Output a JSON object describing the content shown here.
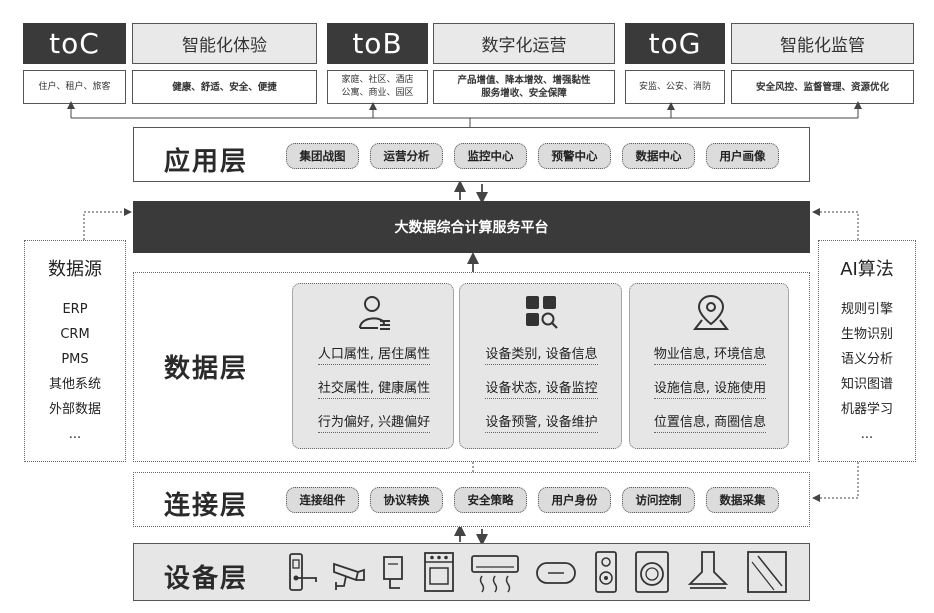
{
  "top": {
    "segments": [
      {
        "tag": "toC",
        "label": "智能化体验",
        "desc_left": "住户、租户、旅客",
        "desc_right": "健康、舒适、安全、便捷"
      },
      {
        "tag": "toB",
        "label": "数字化运营",
        "desc_left": "家庭、社区、酒店\n公寓、商业、园区",
        "desc_right": "产品增值、降本增效、增强黏性\n服务增收、安全保障"
      },
      {
        "tag": "toG",
        "label": "智能化监管",
        "desc_left": "安监、公安、消防",
        "desc_right": "安全风控、监督管理、资源优化"
      }
    ]
  },
  "app_layer": {
    "title": "应用层",
    "chips": [
      "集团战图",
      "运营分析",
      "监控中心",
      "预警中心",
      "数据中心",
      "用户画像"
    ]
  },
  "platform": {
    "title": "大数据综合计算服务平台"
  },
  "data_source": {
    "title": "数据源",
    "items": [
      "ERP",
      "CRM",
      "PMS",
      "其他系统",
      "外部数据",
      "..."
    ]
  },
  "ai": {
    "title": "AI算法",
    "items": [
      "规则引擎",
      "生物识别",
      "语义分析",
      "知识图谱",
      "机器学习",
      "..."
    ]
  },
  "data_layer": {
    "title": "数据层",
    "cards": [
      {
        "icon": "person-list-icon",
        "lines": [
          "人口属性, 居住属性",
          "社交属性, 健康属性",
          "行为偏好, 兴趣偏好"
        ]
      },
      {
        "icon": "grid-search-icon",
        "lines": [
          "设备类别, 设备信息",
          "设备状态, 设备监控",
          "设备预警, 设备维护"
        ]
      },
      {
        "icon": "map-pin-icon",
        "lines": [
          "物业信息, 环境信息",
          "设施信息, 设施使用",
          "位置信息, 商圈信息"
        ]
      }
    ]
  },
  "connect_layer": {
    "title": "连接层",
    "chips": [
      "连接组件",
      "协议转换",
      "安全策略",
      "用户身份",
      "访问控制",
      "数据采集"
    ]
  },
  "device_layer": {
    "title": "设备层",
    "devices": [
      "door-lock-icon",
      "camera-icon",
      "faucet-icon",
      "oven-icon",
      "air-conditioner-icon",
      "sensor-icon",
      "speaker-icon",
      "washer-icon",
      "range-hood-icon",
      "panel-icon"
    ]
  }
}
